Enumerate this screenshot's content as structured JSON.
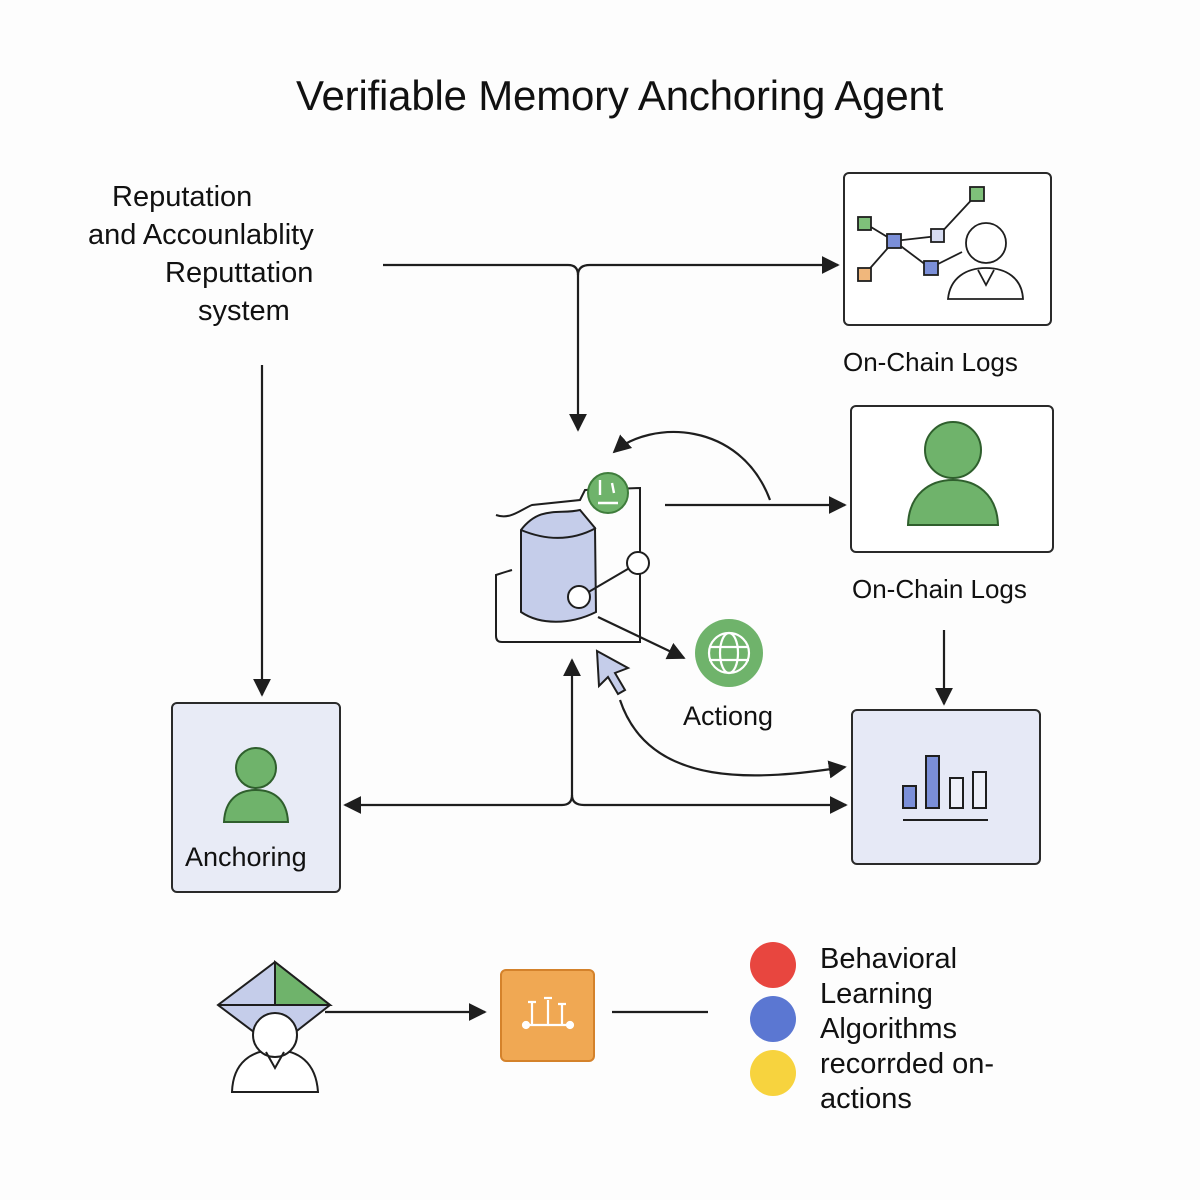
{
  "diagram": {
    "title": "Verifiable Memory Anchoring Agent",
    "reputation_lines": [
      "Reputation",
      "and Accounlablity",
      "Reputtation",
      "system"
    ],
    "nodes": {
      "onchain_logs_top": {
        "label": "On-Chain Logs",
        "icon": "network-user-icon"
      },
      "onchain_logs_mid": {
        "label": "On-Chain Logs",
        "icon": "user-icon"
      },
      "memory_store": {
        "icon": "database-icon"
      },
      "actioning": {
        "label": "Actiong",
        "icon": "globe-icon"
      },
      "anchoring": {
        "label": "Anchoring",
        "icon": "user-icon"
      },
      "analytics": {
        "icon": "bar-chart-icon"
      },
      "agent_user": {
        "icon": "user-with-diamond-icon"
      },
      "process": {
        "icon": "circuit-icon"
      }
    },
    "legend": {
      "lines": [
        "Behavioral",
        "Learning",
        "Algorithms",
        "recorrded on-",
        "actions"
      ],
      "colors": [
        "#e8463f",
        "#5b77d2",
        "#f7d33e"
      ]
    },
    "colors": {
      "green": "#6fb36b",
      "green_dark": "#3f7d3c",
      "lavender": "#e6e9f6",
      "blue_fill": "#c5cdea",
      "blue_stroke": "#4a5ca8",
      "orange": "#f0a853",
      "orange_dark": "#d4822b",
      "line": "#1e1e1e"
    }
  }
}
